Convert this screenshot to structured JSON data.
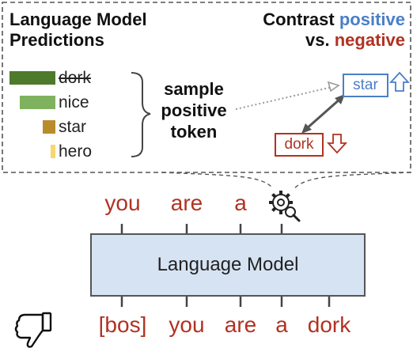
{
  "predictions": {
    "title_line1": "Language Model",
    "title_line2": "Predictions",
    "bars": [
      {
        "label": "dork",
        "color": "#4e7a2c",
        "struck": true,
        "value": 1.0
      },
      {
        "label": "nice",
        "color": "#7fb25e",
        "struck": false,
        "value": 0.78
      },
      {
        "label": "star",
        "color": "#b88c2a",
        "struck": false,
        "value": 0.28
      },
      {
        "label": "hero",
        "color": "#f5d86e",
        "struck": false,
        "value": 0.1
      }
    ]
  },
  "sample": {
    "line1": "sample",
    "line2": "positive",
    "line3": "token"
  },
  "contrast": {
    "word1": "Contrast",
    "positive_word": "positive",
    "line2_prefix": "vs.",
    "negative_word": "negative",
    "positive_token": "star",
    "negative_token": "dork",
    "positive_color": "#4a7fc7",
    "negative_color": "#b13222"
  },
  "predicted_tokens": [
    "you",
    "are",
    "a"
  ],
  "model_label": "Language Model",
  "input_tokens": [
    "[bos]",
    "you",
    "are",
    "a",
    "dork"
  ],
  "colors": {
    "token_red": "#b13222",
    "model_fill": "#d6e3f3"
  }
}
